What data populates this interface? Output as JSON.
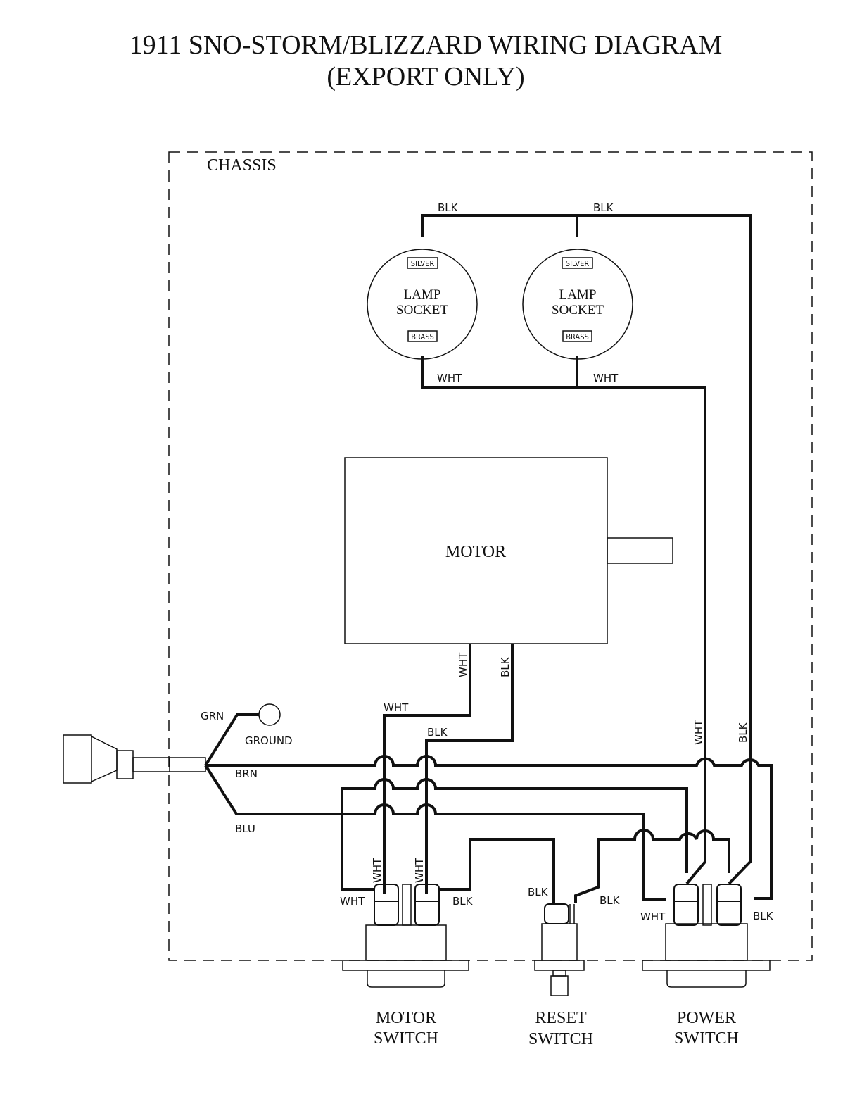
{
  "title": {
    "line1": "1911 SNO-STORM/BLIZZARD WIRING DIAGRAM",
    "line2": "(EXPORT ONLY)"
  },
  "chassis_label": "CHASSIS",
  "lamp_socket": {
    "label_line1": "LAMP",
    "label_line2": "SOCKET",
    "top_terminal": "SILVER",
    "bottom_terminal": "BRASS"
  },
  "motor_label": "MOTOR",
  "ground_label": "GROUND",
  "wire_labels": {
    "blk": "BLK",
    "wht": "WHT",
    "grn": "GRN",
    "brn": "BRN",
    "blu": "BLU"
  },
  "switches": {
    "motor": {
      "line1": "MOTOR",
      "line2": "SWITCH"
    },
    "reset": {
      "line1": "RESET",
      "line2": "SWITCH"
    },
    "power": {
      "line1": "POWER",
      "line2": "SWITCH"
    }
  }
}
